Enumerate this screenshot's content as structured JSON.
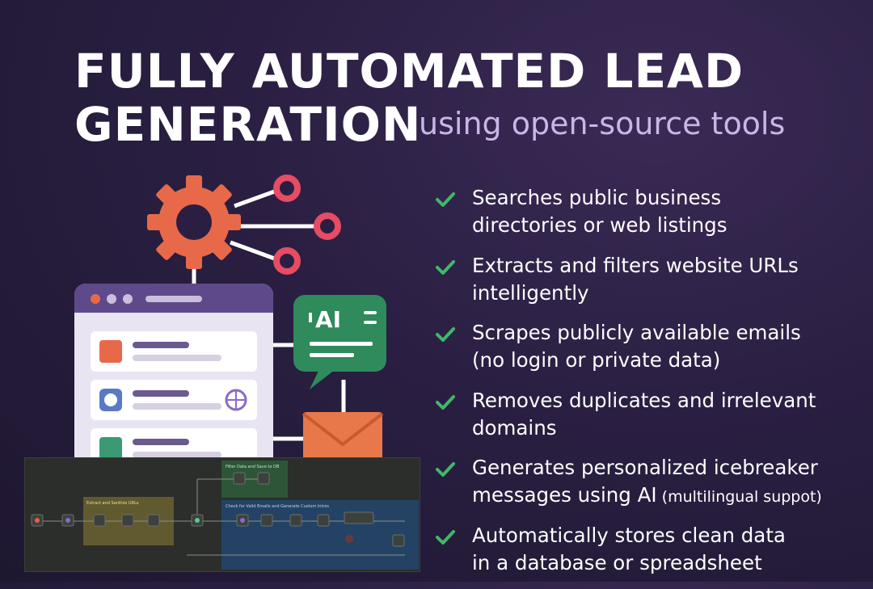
{
  "title": {
    "line1": "FULLY AUTOMATED LEAD",
    "line2": "GENERATION",
    "subtitle": "using open-source tools"
  },
  "features": [
    {
      "line1": "Searches public business",
      "line2": "directories or web listings"
    },
    {
      "line1": "Extracts and filters website URLs",
      "line2": "intelligently"
    },
    {
      "line1": "Scrapes publicly available emails",
      "line2": "(no login or private data)"
    },
    {
      "line1": "Removes duplicates and irrelevant",
      "line2": "domains"
    },
    {
      "line1": "Generates personalized icebreaker",
      "line2": "messages using AI",
      "line2_small": " (multilingual suppot)"
    },
    {
      "line1": "Automatically stores clean data",
      "line2": "in a database or spreadsheet"
    }
  ],
  "ai_badge": "AI",
  "workflow": {
    "group1_label": "Extract and Sanitize URLs",
    "group2_label": "Filter Data and Save to DB",
    "group3_label": "Check for Valid Emails and Generate Custom Intros"
  },
  "colors": {
    "check": "#3fb86a",
    "gear": "#e8694a",
    "ai_bubble": "#2f8a5c",
    "envelope": "#e8784a",
    "browser_header": "#5e4a8a"
  }
}
